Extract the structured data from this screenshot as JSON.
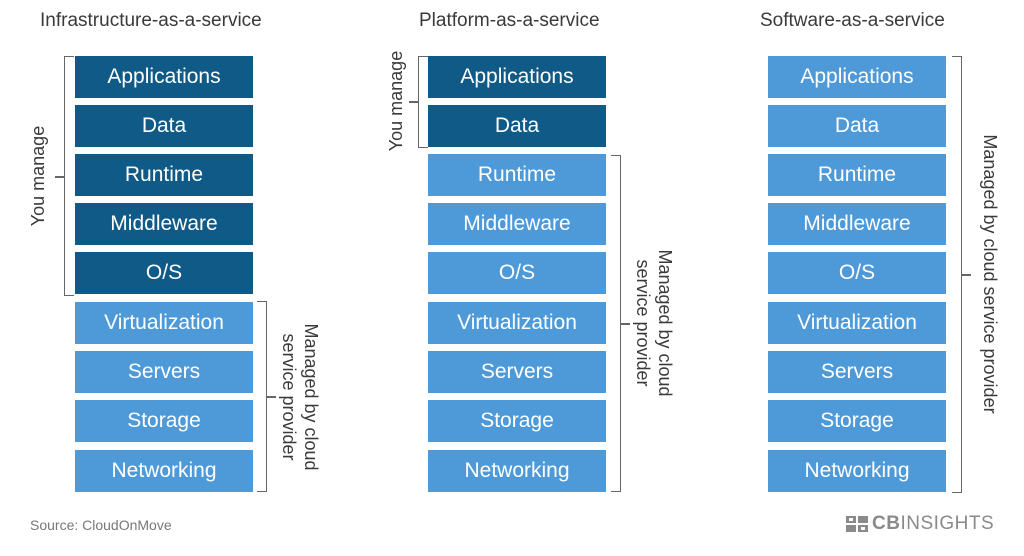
{
  "columns": [
    {
      "title": "Infrastructure-as-a-service",
      "layers": [
        "Applications",
        "Data",
        "Runtime",
        "Middleware",
        "O/S",
        "Virtualization",
        "Servers",
        "Storage",
        "Networking"
      ],
      "you_manage_count": 5,
      "you_manage_label": "You manage",
      "managed_label_line1": "Managed by cloud",
      "managed_label_line2": "service provider"
    },
    {
      "title": "Platform-as-a-service",
      "layers": [
        "Applications",
        "Data",
        "Runtime",
        "Middleware",
        "O/S",
        "Virtualization",
        "Servers",
        "Storage",
        "Networking"
      ],
      "you_manage_count": 2,
      "you_manage_label": "You manage",
      "managed_label_line1": "Managed by cloud",
      "managed_label_line2": "service provider"
    },
    {
      "title": "Software-as-a-service",
      "layers": [
        "Applications",
        "Data",
        "Runtime",
        "Middleware",
        "O/S",
        "Virtualization",
        "Servers",
        "Storage",
        "Networking"
      ],
      "you_manage_count": 0,
      "managed_label_line1": "Managed by cloud service provider"
    }
  ],
  "source": "Source: CloudOnMove",
  "logo": {
    "bold": "CB",
    "rest": "INSIGHTS"
  },
  "colors": {
    "you_manage": "#0f5a86",
    "managed": "#4e9ad8",
    "text": "#3a3a3a"
  }
}
